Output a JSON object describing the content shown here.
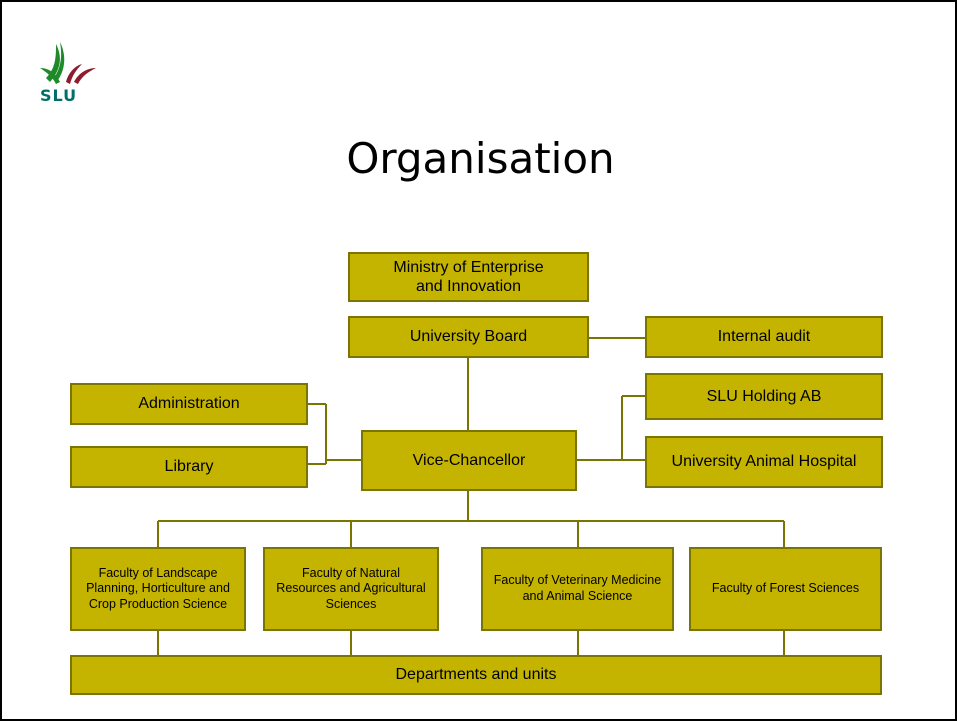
{
  "logo": {
    "text": "SLU",
    "colors": {
      "green": "#1f8a2a",
      "red": "#8e1b2e",
      "teal": "#006f6a"
    }
  },
  "title": "Organisation",
  "org": {
    "ministry": "Ministry of Enterprise\nand Innovation",
    "board": "University Board",
    "audit": "Internal audit",
    "holding": "SLU Holding AB",
    "hospital": "University Animal Hospital",
    "administration": "Administration",
    "library": "Library",
    "vice_chancellor": "Vice-Chancellor",
    "faculties": [
      "Faculty of Landscape Planning, Horticulture and Crop Production Science",
      "Faculty of Natural Resources and Agricultural Sciences",
      "Faculty of Veterinary Medicine and Animal Science",
      "Faculty of Forest Sciences"
    ],
    "departments": "Departments and units"
  },
  "colors": {
    "box_fill": "#c4b400",
    "box_border": "#7a7400",
    "line": "#7a7400"
  }
}
